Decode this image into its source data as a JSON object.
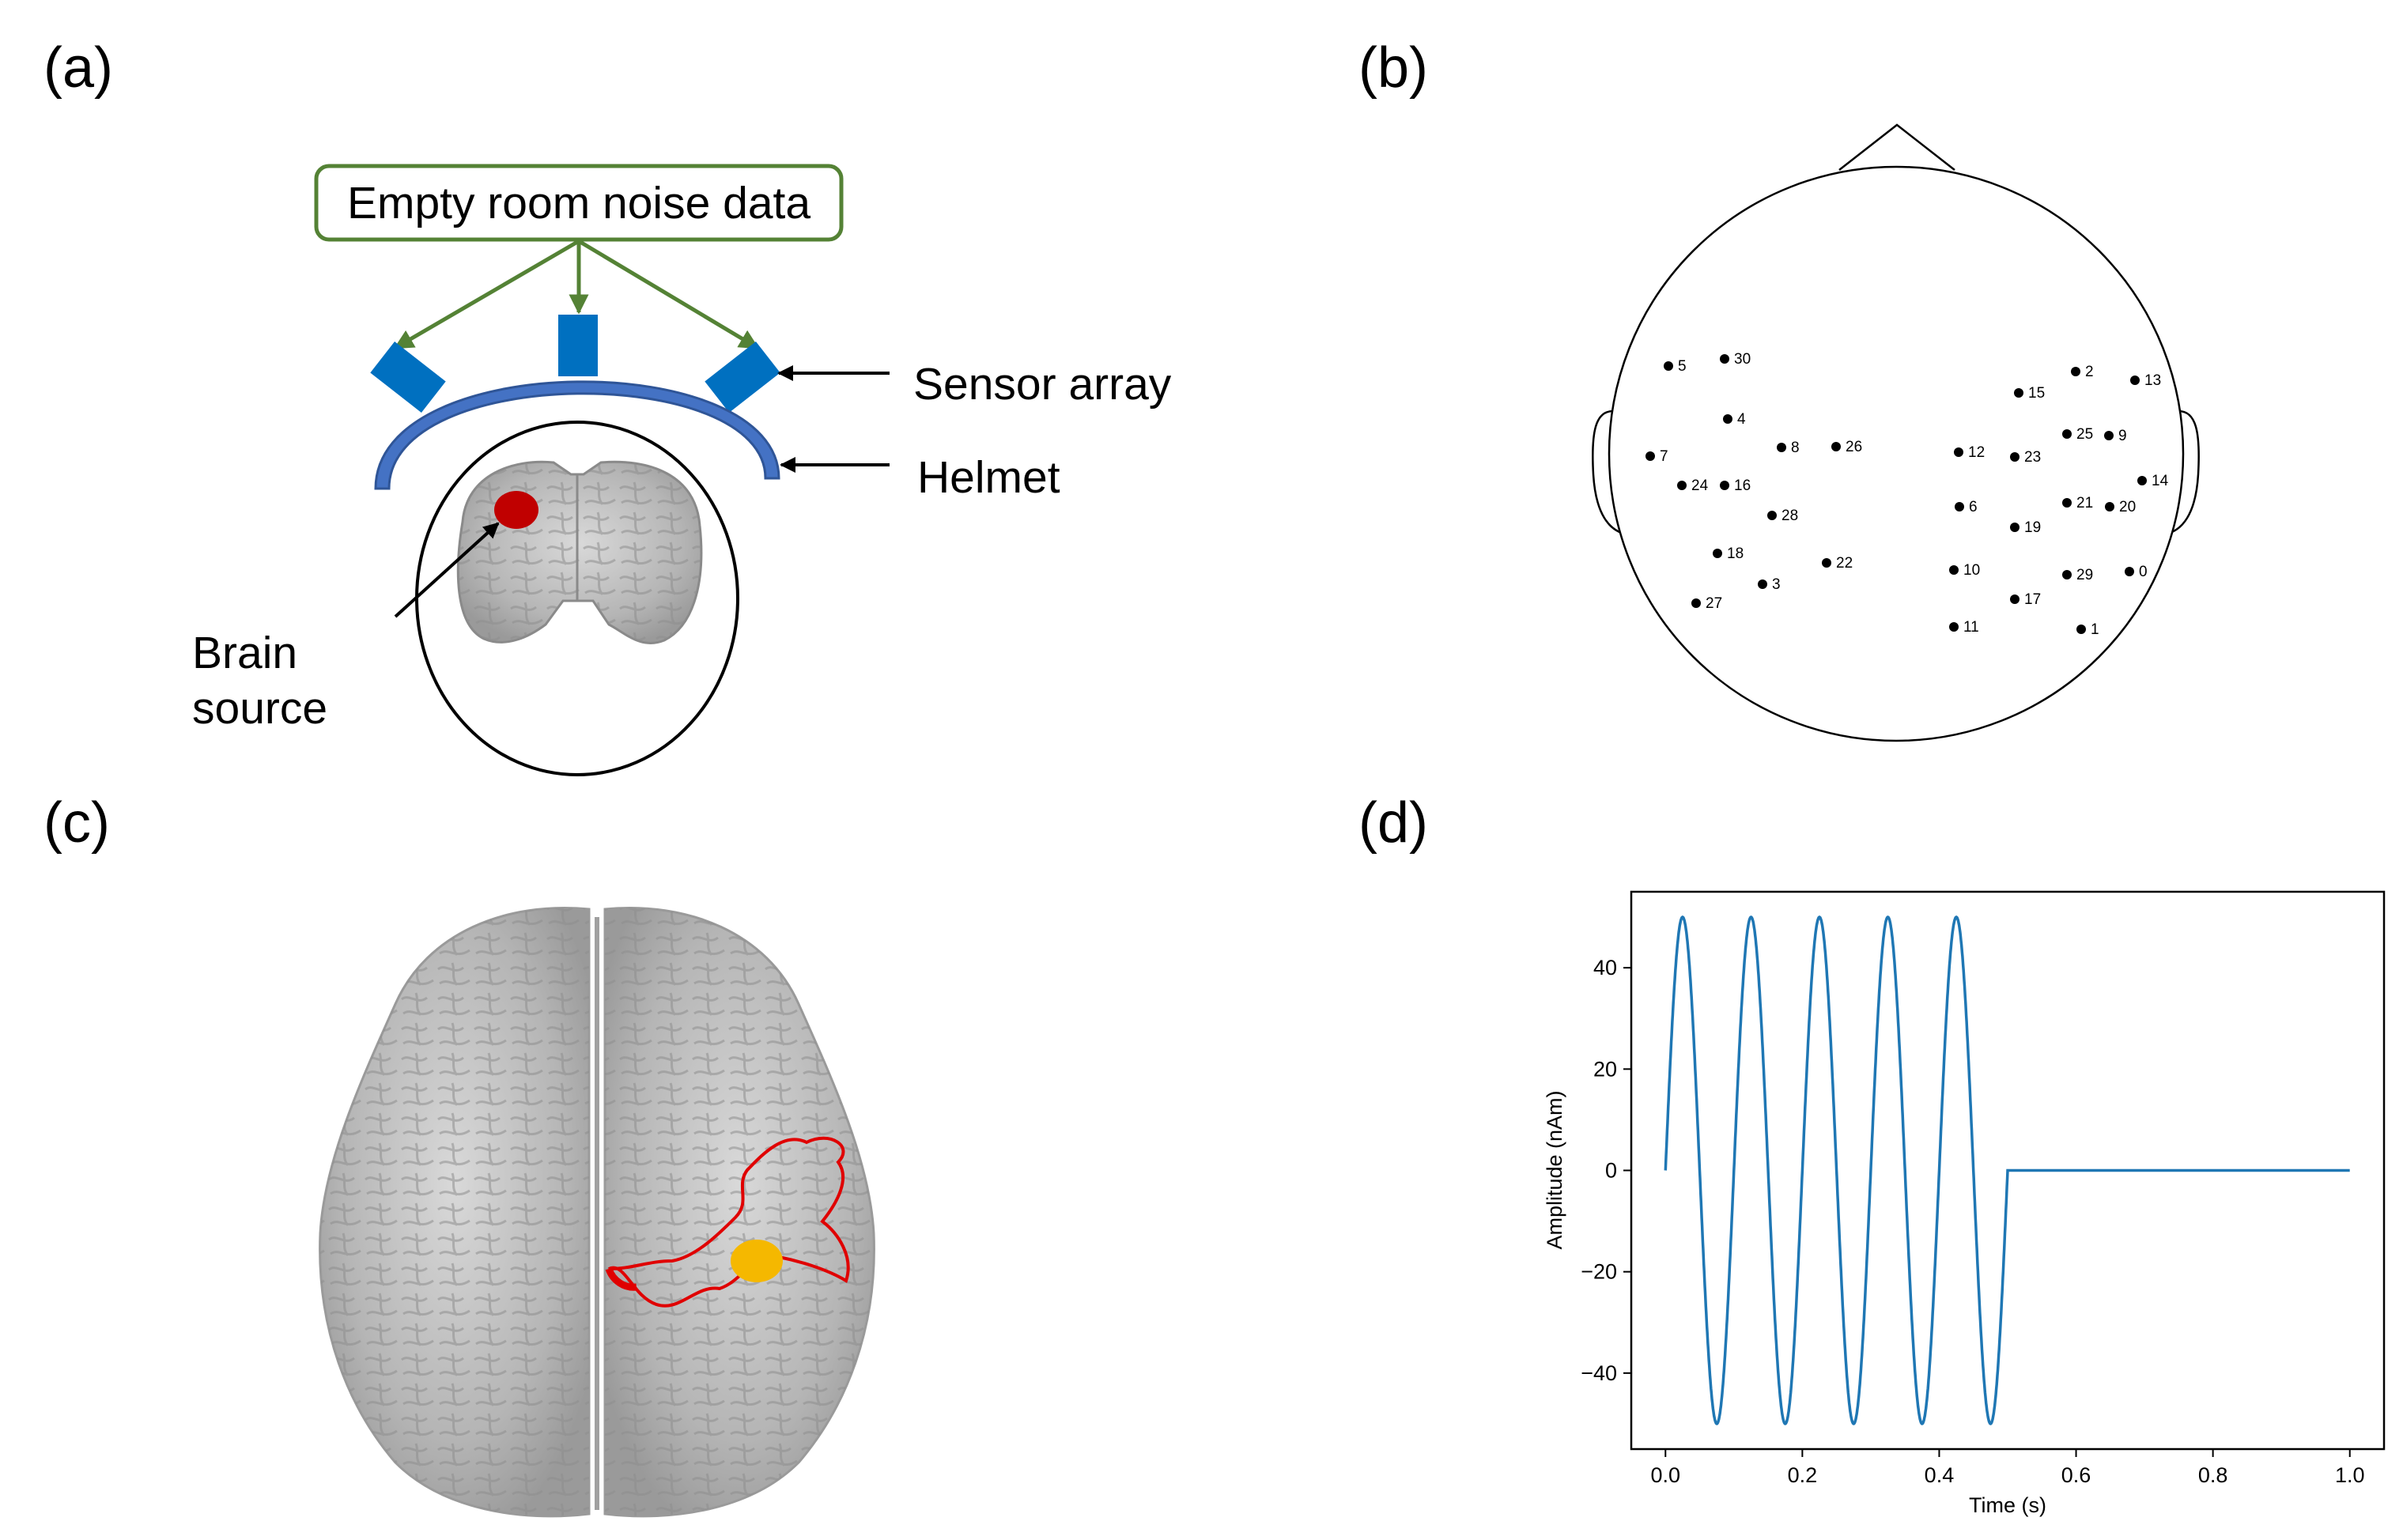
{
  "panels": {
    "a": {
      "label": "(a)",
      "noise_box": "Empty room noise data",
      "sensor_array": "Sensor array",
      "helmet": "Helmet",
      "brain_source_line1": "Brain",
      "brain_source_line2": "source"
    },
    "b": {
      "label": "(b)",
      "sensors": [
        "0",
        "1",
        "2",
        "3",
        "4",
        "5",
        "6",
        "7",
        "8",
        "9",
        "10",
        "11",
        "12",
        "13",
        "14",
        "15",
        "16",
        "17",
        "18",
        "19",
        "20",
        "21",
        "22",
        "23",
        "24",
        "25",
        "26",
        "27",
        "28",
        "29",
        "30"
      ]
    },
    "c": {
      "label": "(c)"
    },
    "d": {
      "label": "(d)"
    }
  },
  "colors": {
    "green_box": "#548235",
    "sensor_blue": "#0070C0",
    "helmet_blue": "#4472C4",
    "source_red": "#C00000",
    "source_orange": "#F5B800",
    "signal": "#1f77b4"
  },
  "chart_data": {
    "type": "line",
    "xlabel": "Time (s)",
    "ylabel": "Amplitude (nAm)",
    "xlim": [
      -0.05,
      1.05
    ],
    "ylim": [
      -55,
      55
    ],
    "xticks": [
      "0.0",
      "0.2",
      "0.4",
      "0.6",
      "0.8",
      "1.0"
    ],
    "yticks": [
      "40",
      "20",
      "0",
      "−20",
      "−40"
    ],
    "series": [
      {
        "amplitude": 50,
        "frequency_hz": 10,
        "on_until_s": 0.5,
        "x": [
          0.0,
          0.025,
          0.075,
          0.125,
          0.175,
          0.225,
          0.275,
          0.325,
          0.375,
          0.425,
          0.475,
          0.5,
          0.501,
          1.0
        ],
        "y": [
          0,
          50,
          -50,
          50,
          -50,
          50,
          -50,
          50,
          -50,
          50,
          -50,
          0,
          0,
          0
        ]
      }
    ]
  }
}
